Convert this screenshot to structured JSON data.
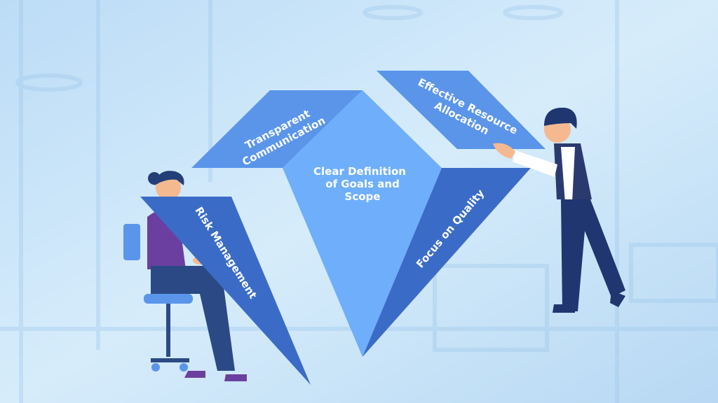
{
  "facets": {
    "center": "Clear Definition of Goals and Scope",
    "center_lines": [
      "Clear Definition",
      "of Goals and",
      "Scope"
    ],
    "top_left_lines": [
      "Transparent",
      "Communication"
    ],
    "top_right_lines": [
      "Effective Resource",
      "Allocation"
    ],
    "right": "Focus on Quality",
    "left": "Risk Management"
  },
  "colors": {
    "background": "#cfe6f8",
    "facet_light": "#6eaefb",
    "facet_mid": "#5a95ea",
    "facet_dark": "#3a6cc7",
    "person_dark": "#2b4a85"
  }
}
